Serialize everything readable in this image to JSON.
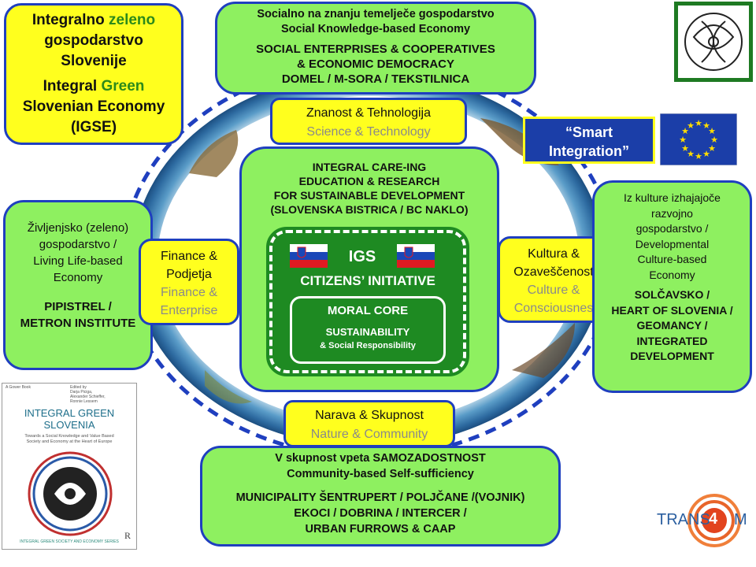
{
  "top_left": {
    "line1_prefix": "Integralno ",
    "line1_green": "zeleno",
    "line2": "gospodarstvo",
    "line3": "Slovenije",
    "line4_prefix": "Integral ",
    "line4_green": "Green",
    "line5": "Slovenian Economy",
    "line6": "(IGSE)"
  },
  "top_center": {
    "title_sl": "Socialno na znanju temelječe gospodarstvo",
    "title_en": "Social Knowledge-based Economy",
    "line1": "SOCIAL ENTERPRISES & COOPERATIVES",
    "line2": "& ECONOMIC DEMOCRACY",
    "line3": "DOMEL / M-SORA / TEKSTILNICA"
  },
  "science": {
    "sl": "Znanost & Tehnologija",
    "en": "Science & Technology"
  },
  "smart": {
    "label": "“Smart Integration”"
  },
  "left": {
    "l1": "Življenjsko (zeleno)",
    "l2": "gospodarstvo /",
    "l3": "Living Life-based",
    "l4": "Economy",
    "l5": "PIPISTREL /",
    "l6": "METRON INSTITUTE"
  },
  "finance": {
    "sl1": "Finance &",
    "sl2": "Podjetja",
    "en1": "Finance &",
    "en2": "Enterprise"
  },
  "center": {
    "l1": "INTEGRAL CARE-ING",
    "l2": "EDUCATION & RESEARCH",
    "l3": "FOR SUSTAINABLE DEVELOPMENT",
    "l4": "(SLOVENSKA BISTRICA / BC NAKLO)"
  },
  "igs": {
    "title": "IGS",
    "subtitle": "CITIZENS’ INITIATIVE",
    "core": "MORAL CORE",
    "sust": "SUSTAINABILITY",
    "social": "& Social Responsibility"
  },
  "culture": {
    "sl1": "Kultura &",
    "sl2": "Ozaveščenost",
    "en1": "Culture &",
    "en2": "Consciousnes"
  },
  "right": {
    "l1": "Iz kulture izhajajoče",
    "l2": "razvojno",
    "l3": "gospodarstvo /",
    "l4": "Developmental",
    "l5": "Culture-based",
    "l6": "Economy",
    "l7": "SOLČAVSKO /",
    "l8": "HEART OF SLOVENIA /",
    "l9": "GEOMANCY /",
    "l10": "INTEGRATED",
    "l11": "DEVELOPMENT"
  },
  "nature": {
    "sl": "Narava & Skupnost",
    "en": "Nature & Community"
  },
  "bottom": {
    "title_prefix": "V skupnost vpeta ",
    "title_bold": "SAMOZADOSTNOST",
    "title_en": "Community-based Self-sufficiency",
    "l1": "MUNICIPALITY ŠENTRUPERT / POLJČANE  /(VOJNIK)",
    "l2": "EKOCI / DOBRINA / INTERCER /",
    "l3": "URBAN FURROWS & CAAP"
  },
  "book": {
    "publisher": "A Gower Book",
    "editors": [
      "Edited by",
      "Darja Piciga,",
      "Alexander Schieffer,",
      "Ronnie Lessem"
    ],
    "title1": "INTEGRAL GREEN",
    "title2": "SLOVENIA",
    "subtitle1": "Towards a Social Knowledge and Value Based",
    "subtitle2": "Society and Economy at the Heart of Europe",
    "series": "INTEGRAL GREEN SOCIETY AND ECONOMY SERIES",
    "logo_mark": "R"
  },
  "trans4m": {
    "left": "TRANS",
    "num": "4",
    "right": "M"
  },
  "colors": {
    "green_fill": "#8ef060",
    "yellow_fill": "#ffff1e",
    "border_blue": "#1f3fbf",
    "eu_blue": "#1b3ea8",
    "dark_green": "#1e8a22"
  }
}
